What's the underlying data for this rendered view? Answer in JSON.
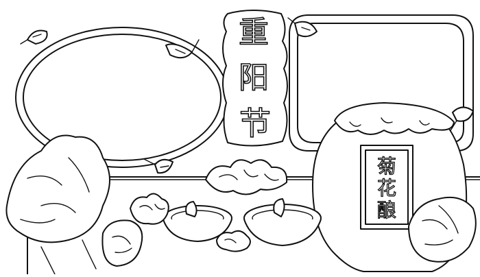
{
  "title": {
    "chars": [
      "重",
      "阳",
      "节"
    ]
  },
  "jar_label": {
    "chars": [
      "菊",
      "花",
      "酿"
    ]
  },
  "colors": {
    "line": "#111111",
    "background": "#ffffff",
    "soup": "#c9a27a"
  }
}
